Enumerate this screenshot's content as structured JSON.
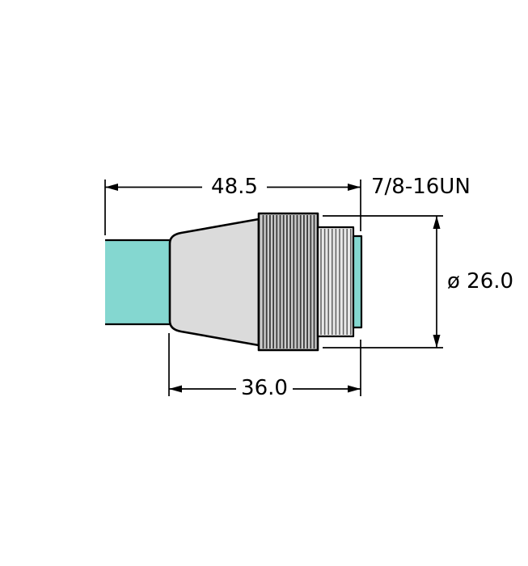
{
  "colors": {
    "cable": "#84D7D0",
    "body": "#DBDBDB",
    "knurl": "#CCCCCC",
    "thread": "#E8E8E8",
    "face": "#84D7D0",
    "outline": "#000000",
    "line_color": "#000000"
  },
  "dimensions": {
    "overall_length": "48.5",
    "body_length": "36.0",
    "diameter": "ø 26.0",
    "thread_label": "7/8-16UN"
  }
}
